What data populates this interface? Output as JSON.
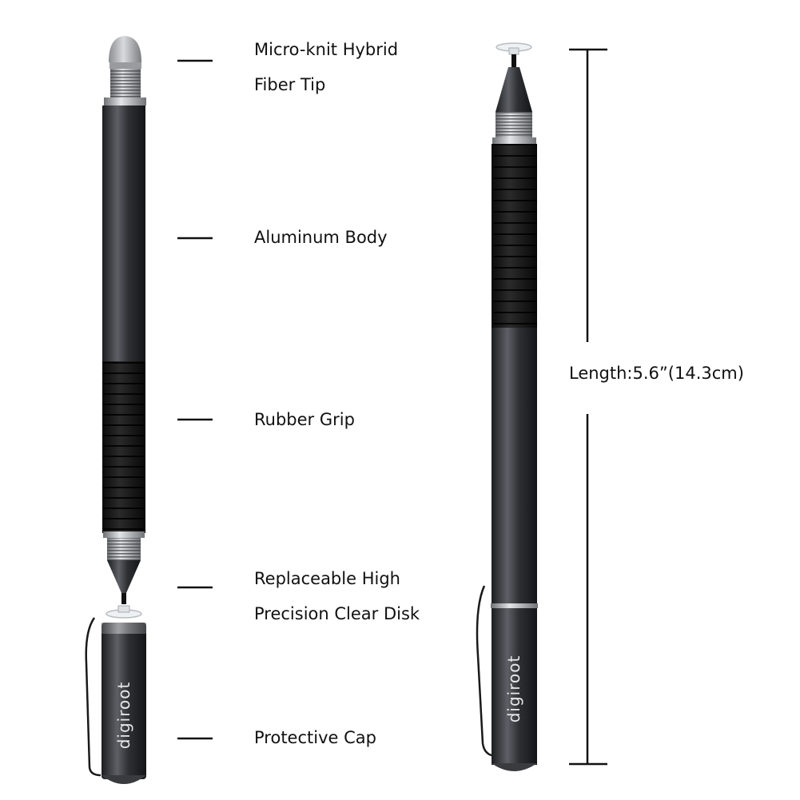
{
  "labels": {
    "tip_line1": "Micro-knit Hybrid",
    "tip_line2": "Fiber Tip",
    "body": "Aluminum Body",
    "grip": "Rubber Grip",
    "disk_line1": "Replaceable High",
    "disk_line2": "Precision Clear Disk",
    "cap": "Protective Cap"
  },
  "length_label": "Length:5.6”(14.3cm)",
  "brand_text": "digiroot",
  "colors": {
    "background": "#ffffff",
    "pen_body": "#2b2c30",
    "pen_highlight": "#5a5c62",
    "grip": "#141414",
    "silver": "#b9bbbe",
    "text": "#111111"
  }
}
